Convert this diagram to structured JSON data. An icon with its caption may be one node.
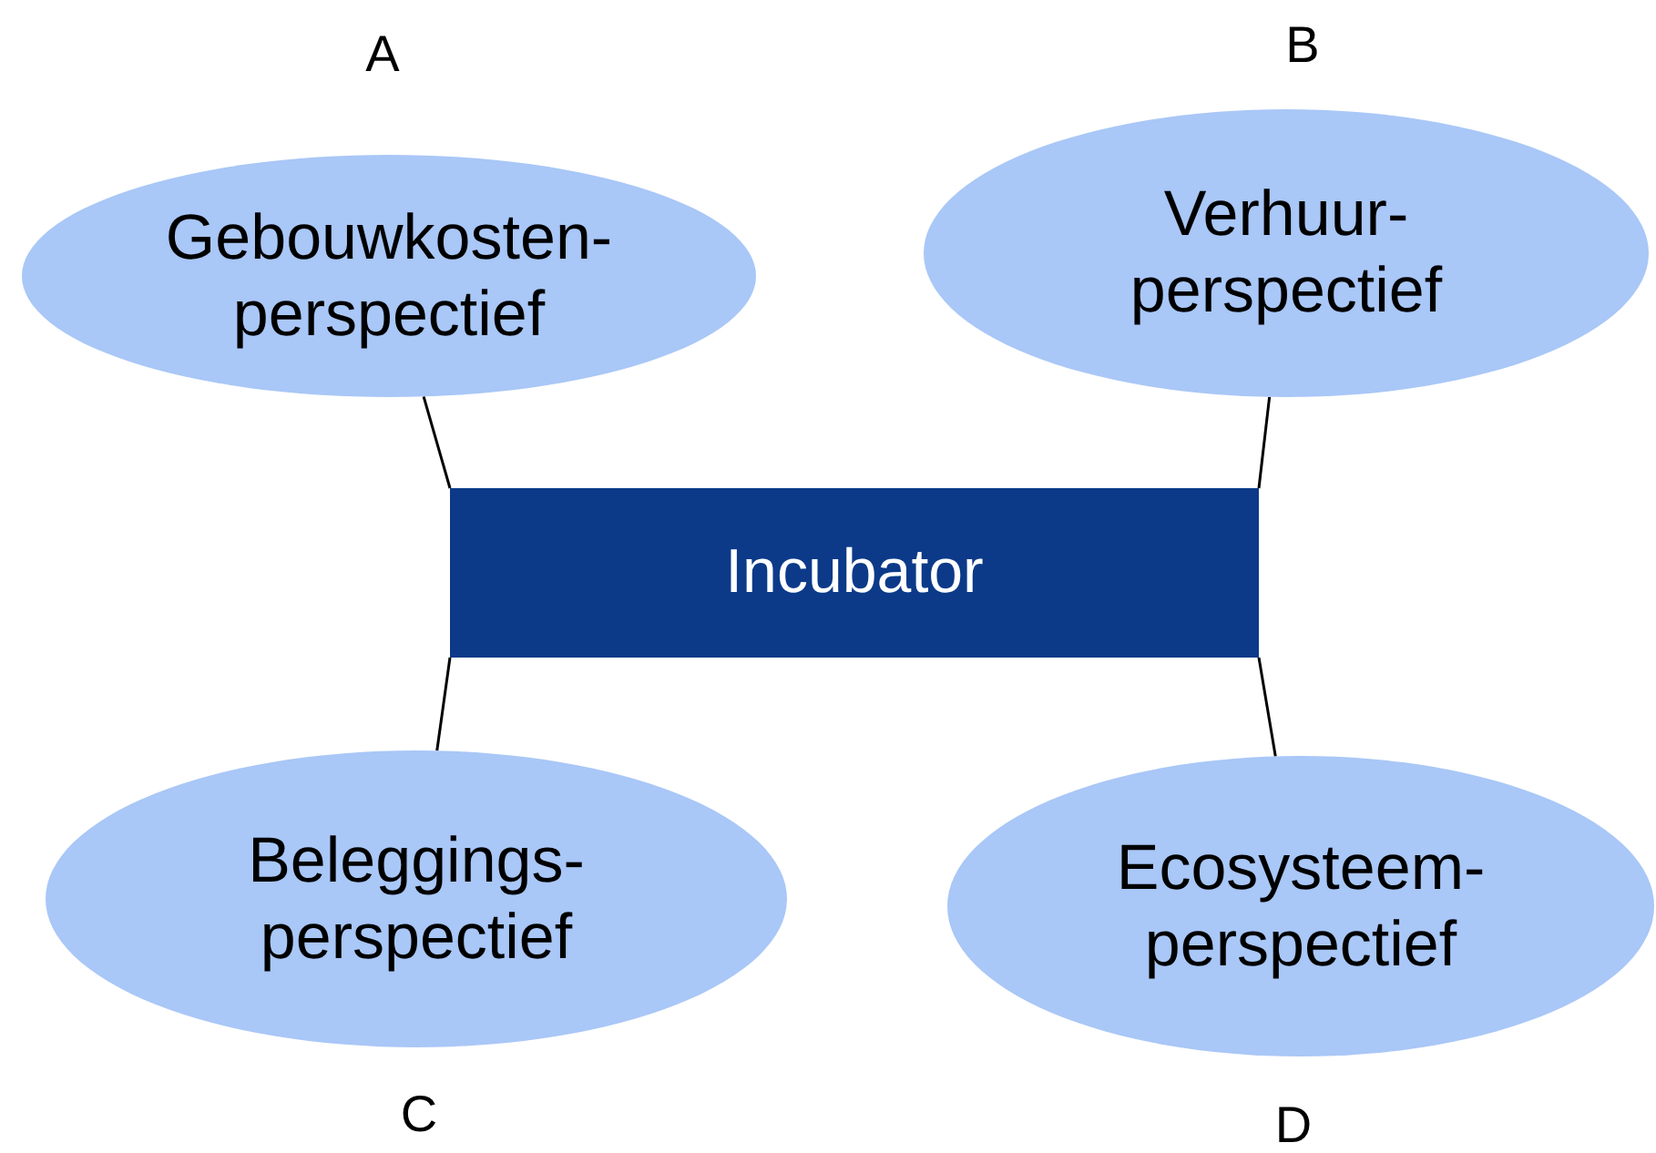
{
  "diagram": {
    "nodes": [
      {
        "text": [
          "Gebouwkosten-perspectief"
        ],
        "beside": [
          "A"
        ]
      },
      {
        "text": [
          "Verhuur-perspectief"
        ],
        "beside": [
          "B"
        ]
      },
      {
        "text": [
          "Incubator"
        ]
      },
      {
        "text": [
          "Beleggings-perspectief"
        ],
        "beside": [
          "C"
        ]
      },
      {
        "text": [
          "Ecosysteem-perspectief"
        ],
        "beside": [
          "D"
        ]
      }
    ],
    "edges": [
      {
        "from": 2,
        "to": 0,
        "arrow": "none"
      },
      {
        "from": 2,
        "to": 1,
        "arrow": "none"
      },
      {
        "from": 2,
        "to": 3,
        "arrow": "none"
      },
      {
        "from": 2,
        "to": 4,
        "arrow": "none"
      }
    ]
  }
}
